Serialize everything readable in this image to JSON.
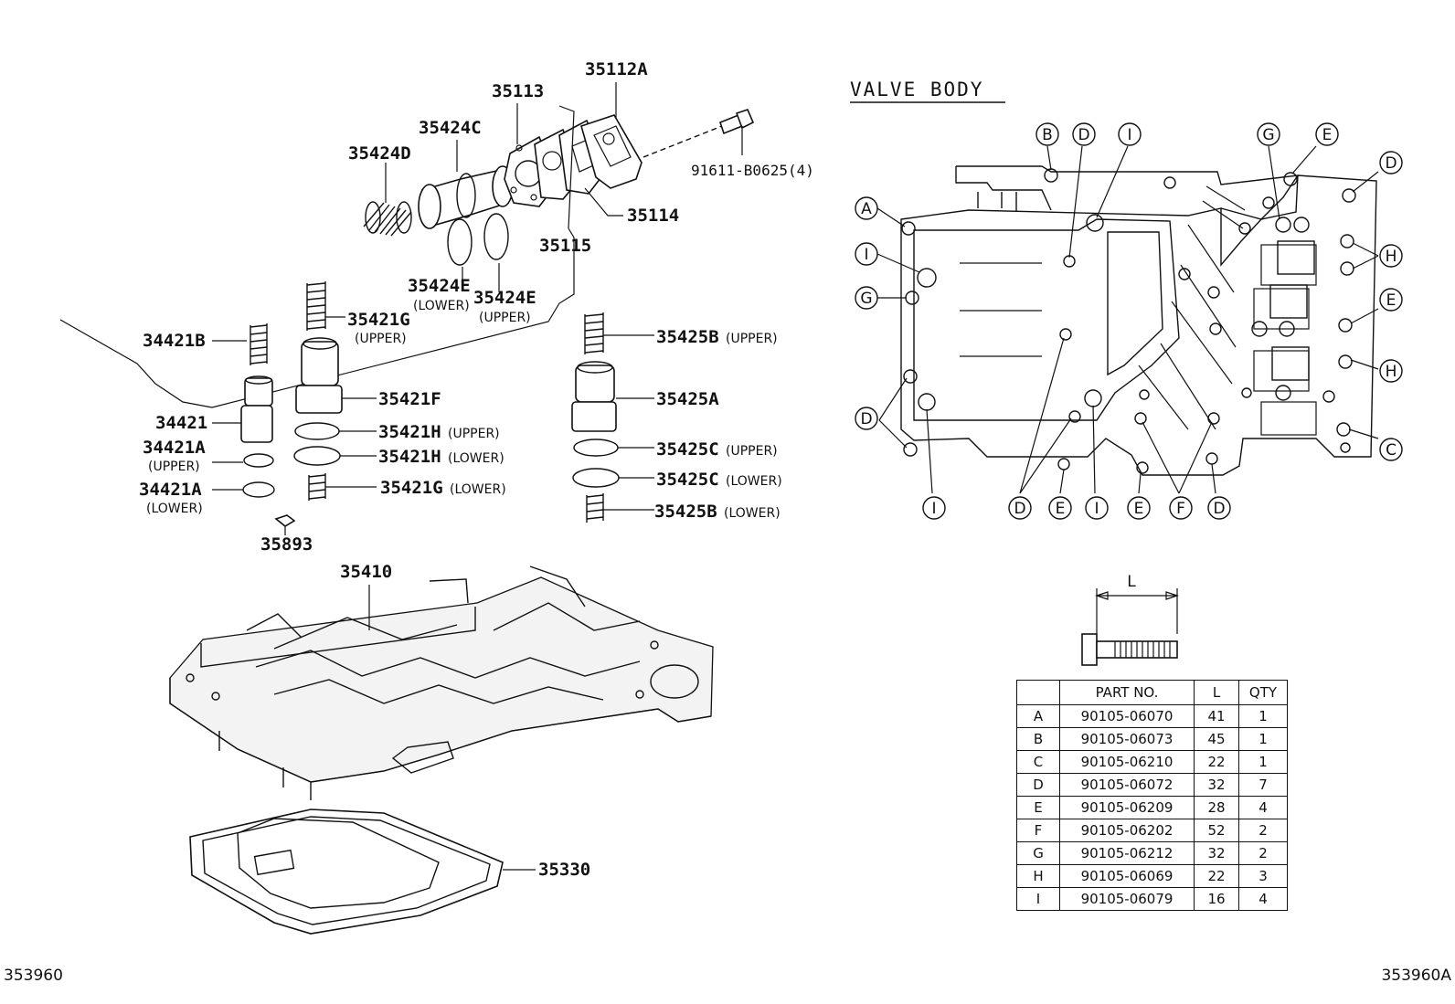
{
  "labels": {
    "p35112A": "35112A",
    "p35113": "35113",
    "p35424C": "35424C",
    "p35424D": "35424D",
    "p91611": "91611-B0625(4)",
    "p35114": "35114",
    "p35115": "35115",
    "p35424E_lower": "35424E",
    "p35424E_lower_sub": "(LOWER)",
    "p35424E_upper": "35424E",
    "p35424E_upper_sub": "(UPPER)",
    "p35421G_upper": "35421G",
    "p35421G_upper_sub": "(UPPER)",
    "p34421B": "34421B",
    "p35425B_upper": "35425B",
    "p35425B_upper_sub": "(UPPER)",
    "p35421F": "35421F",
    "p35425A": "35425A",
    "p34421": "34421",
    "p35421H_upper": "35421H",
    "p35421H_upper_sub": "(UPPER)",
    "p34421A_upper": "34421A",
    "p34421A_upper_sub": "(UPPER)",
    "p35425C_upper": "35425C",
    "p35425C_upper_sub": "(UPPER)",
    "p35421H_lower": "35421H",
    "p35421H_lower_sub": "(LOWER)",
    "p35425C_lower": "35425C",
    "p35425C_lower_sub": "(LOWER)",
    "p34421A_lower": "34421A",
    "p34421A_lower_sub": "(LOWER)",
    "p35421G_lower": "35421G",
    "p35421G_lower_sub": "(LOWER)",
    "p35425B_lower": "35425B",
    "p35425B_lower_sub": "(LOWER)",
    "p35893": "35893",
    "p35410": "35410",
    "p35330": "35330"
  },
  "valve_body": {
    "heading": "VALVE BODY",
    "bolt_dimension_label": "L"
  },
  "callouts": {
    "A": "A",
    "B": "B",
    "C": "C",
    "D": "D",
    "E": "E",
    "F": "F",
    "G": "G",
    "H": "H",
    "I": "I"
  },
  "bolt_table": {
    "headers": [
      "",
      "PART NO.",
      "L",
      "QTY"
    ],
    "rows": [
      {
        "letter": "A",
        "part_no": "90105-06070",
        "length": "41",
        "qty": "1"
      },
      {
        "letter": "B",
        "part_no": "90105-06073",
        "length": "45",
        "qty": "1"
      },
      {
        "letter": "C",
        "part_no": "90105-06210",
        "length": "22",
        "qty": "1"
      },
      {
        "letter": "D",
        "part_no": "90105-06072",
        "length": "32",
        "qty": "7"
      },
      {
        "letter": "E",
        "part_no": "90105-06209",
        "length": "28",
        "qty": "4"
      },
      {
        "letter": "F",
        "part_no": "90105-06202",
        "length": "52",
        "qty": "2"
      },
      {
        "letter": "G",
        "part_no": "90105-06212",
        "length": "32",
        "qty": "2"
      },
      {
        "letter": "H",
        "part_no": "90105-06069",
        "length": "22",
        "qty": "3"
      },
      {
        "letter": "I",
        "part_no": "90105-06079",
        "length": "16",
        "qty": "4"
      }
    ]
  },
  "footer": {
    "left_code": "353960",
    "right_code": "353960A"
  }
}
